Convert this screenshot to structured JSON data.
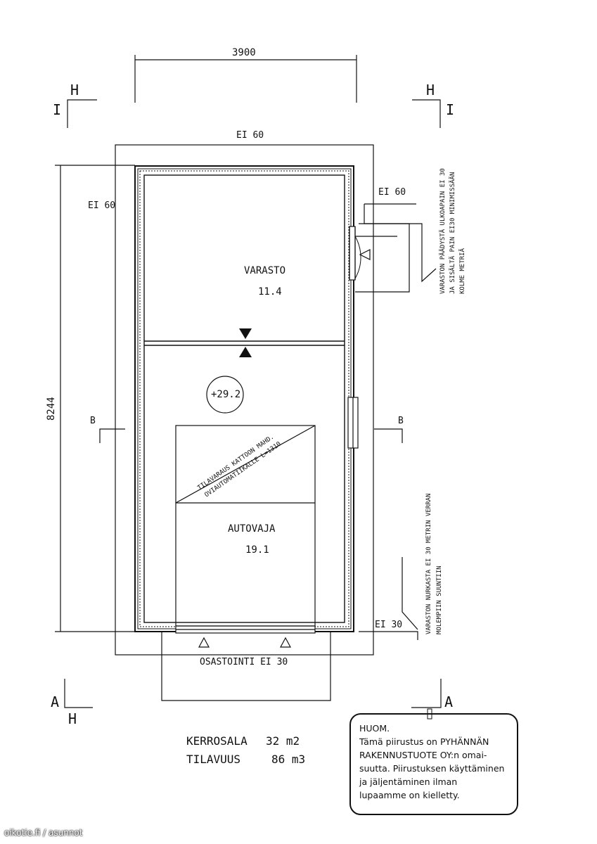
{
  "dimensions": {
    "width_label": "3900",
    "height_label": "8244"
  },
  "fire_ratings": {
    "top": "EI 60",
    "left": "EI 60",
    "door_right": "EI 60",
    "bottom_right": "EI 30",
    "partition": "OSASTOINTI EI 30"
  },
  "section_marks": {
    "h_top_left": "H",
    "i_top_left": "I",
    "h_top_right": "H",
    "i_top_right": "I",
    "b_left": "B",
    "b_right": "B",
    "a_bottom_left": "A",
    "h_bottom_left": "H",
    "a_bottom_right": "A"
  },
  "rooms": {
    "storage": {
      "name": "VARASTO",
      "area": "11.4"
    },
    "garage": {
      "name": "AUTOVAJA",
      "area": "19.1"
    },
    "level": "+29.2"
  },
  "reservation_text": {
    "line1": "TILAVARAUS KATTOON MAHD.",
    "line2": "OVIAUTOMATIIKALLE L=1310"
  },
  "side_notes": {
    "top_line1": "VARASTON PÄÄDYSTÄ ULKOAPAIN EI 30",
    "top_line2": "JA SISÄLTÄ PAIN EI30 MINIMISSÄÄN",
    "top_line3": "KOLME METRIÄ",
    "bottom_line1": "VARASTON NURKASTA EI 30 METRIN VERRAN",
    "bottom_line2": "MOLEMPIIN SUUNTIIN"
  },
  "summary": {
    "floor_area_label": "KERROSALA",
    "floor_area_value": "32 m2",
    "volume_label": "TILAVUUS",
    "volume_value": "86 m3"
  },
  "note_box": {
    "line1": "HUOM.",
    "line2": "Tämä piirustus on PYHÄNNÄN",
    "line3": "RAKENNUSTUOTE OY:n omai-",
    "line4": "suutta. Piirustuksen käyttäminen",
    "line5": "ja jäljentäminen ilman",
    "line6": "lupaamme on kielletty."
  },
  "watermark": "oikotie.fi / asunnot"
}
